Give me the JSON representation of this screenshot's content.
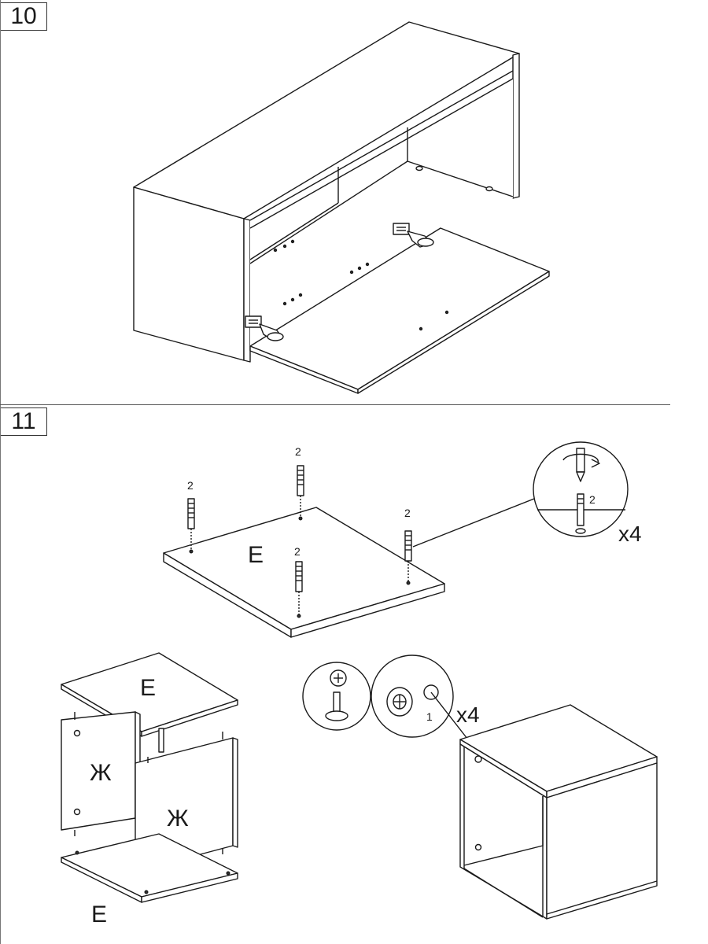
{
  "steps": [
    {
      "number": "10"
    },
    {
      "number": "11"
    }
  ],
  "step11": {
    "panel_top_label": "Е",
    "dowel_count_label": "2",
    "multiplier_dowels": "x4",
    "exploded_top_label": "Е",
    "exploded_side_left_label": "Ж",
    "exploded_side_right_label": "Ж",
    "exploded_bottom_label": "Е",
    "cam_part_label": "1",
    "multiplier_cams": "x4"
  }
}
